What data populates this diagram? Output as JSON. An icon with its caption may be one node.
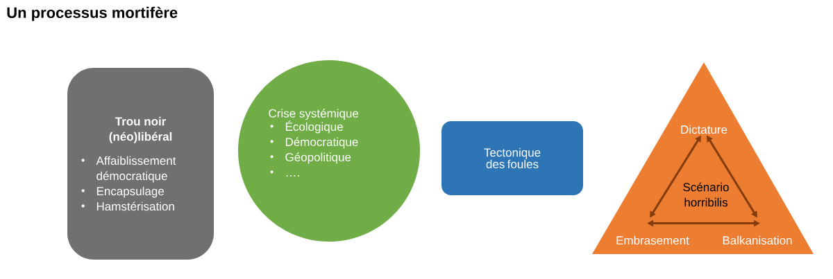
{
  "diagram": {
    "title": "Un processus mortifère",
    "nodes": [
      {
        "text": [
          "Trou noir (néo)libéral",
          "Affaiblissement démocratique",
          "Encapsulage",
          "Hamstérisation"
        ]
      },
      {
        "text": [
          "Crise systémique",
          "Écologique",
          "Démocratique",
          "Géopolitique",
          "…."
        ]
      },
      {
        "text": [
          "Tectonique des foules"
        ]
      },
      {
        "text": [
          "Scénario horribilis"
        ]
      },
      {
        "text": [
          "Dictature"
        ],
        "in": 3
      },
      {
        "text": [
          "Embrasement"
        ],
        "in": 3
      },
      {
        "text": [
          "Balkanisation"
        ],
        "in": 3
      }
    ],
    "edges": [
      {
        "from": 4,
        "to": 5,
        "arrow": "both"
      },
      {
        "from": 4,
        "to": 6,
        "arrow": "both"
      },
      {
        "from": 5,
        "to": 6,
        "arrow": "both"
      }
    ]
  }
}
